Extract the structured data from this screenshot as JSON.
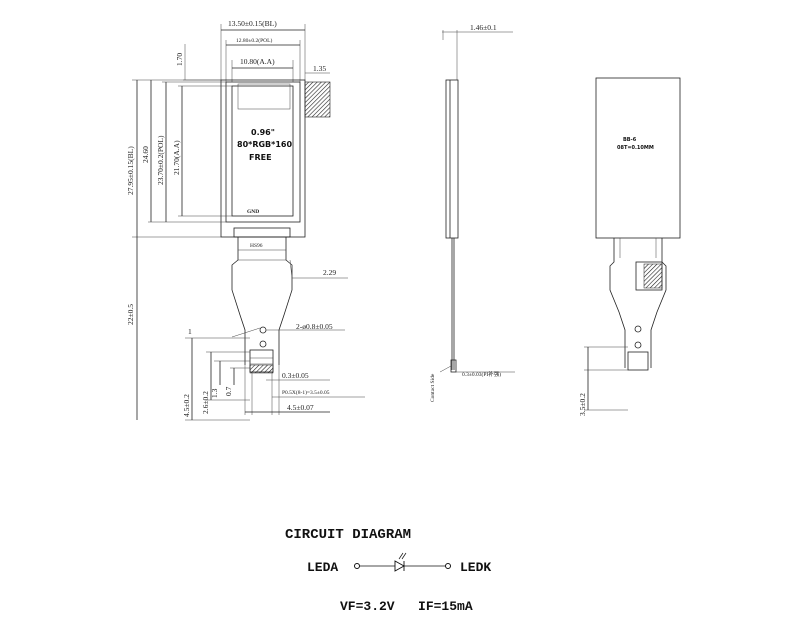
{
  "front": {
    "dims": {
      "bl_width": "13.50±0.15(BL)",
      "pol_width": "12.80±0.2(POL)",
      "aa_width": "10.80(A.A)",
      "top_gap": "1.70",
      "right_margin": "1.35",
      "bl_height": "27.95±0.15(BL)",
      "height_24": "24.60",
      "pol_height": "23.70±0.2(POL)",
      "aa_height": "21.70(A.A)",
      "fpc_offset": "2.29",
      "fpc_length": "22±0.5",
      "holes": "2-ø0.8±0.05",
      "dim_03": "0.3±0.05",
      "pitch": "P0.5X(8-1)=3.5±0.05",
      "fpc_width": "4.5±0.07",
      "v45": "4.5±0.2",
      "v26": "2.6±0.2",
      "v13": "1.3",
      "v07": "0.7"
    },
    "screen_text": [
      "0.96\"",
      "80*RGB*160",
      "FREE"
    ],
    "fpc_label": "HS96",
    "bottom_label": "GND"
  },
  "side": {
    "thickness": "1.46±0.1",
    "stiffener_note": "0.3±0.03(PI补强)",
    "contact_side": "Contact Side"
  },
  "back": {
    "label_line1": "BB-6",
    "label_line2": "08T=0.10MM",
    "dim_bottom": "3.5±0.2"
  },
  "circuit": {
    "title": "CIRCUIT DIAGRAM",
    "left": "LEDA",
    "right": "LEDK",
    "specs": "VF=3.2V   IF=15mA"
  }
}
